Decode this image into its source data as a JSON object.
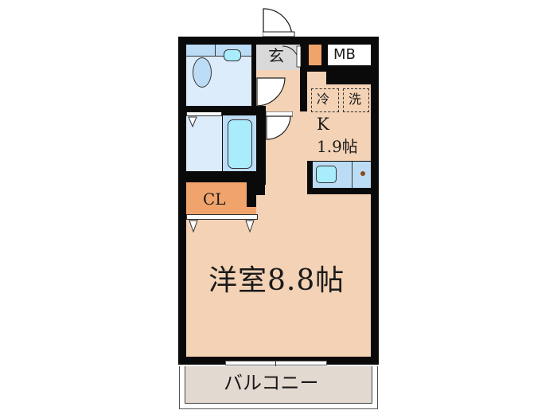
{
  "plan": {
    "rooms": {
      "genkan": {
        "label": "玄"
      },
      "mb": {
        "label": "MB"
      },
      "fridge": {
        "label": "冷"
      },
      "washer": {
        "label": "洗"
      },
      "kitchen": {
        "label": "K",
        "size": "1.9帖"
      },
      "closet": {
        "label": "CL"
      },
      "western_room": {
        "label": "洋室8.8帖"
      },
      "balcony": {
        "label": "バルコニー"
      }
    },
    "colors": {
      "wall": "#0a0a0a",
      "floor": "#f3d2b5",
      "wet_area": "#dcecfa",
      "fixture": "#a9ecfb",
      "closet": "#f0a46c",
      "genkan": "#d9d9d9",
      "balcony": "#e2d9d0"
    }
  }
}
